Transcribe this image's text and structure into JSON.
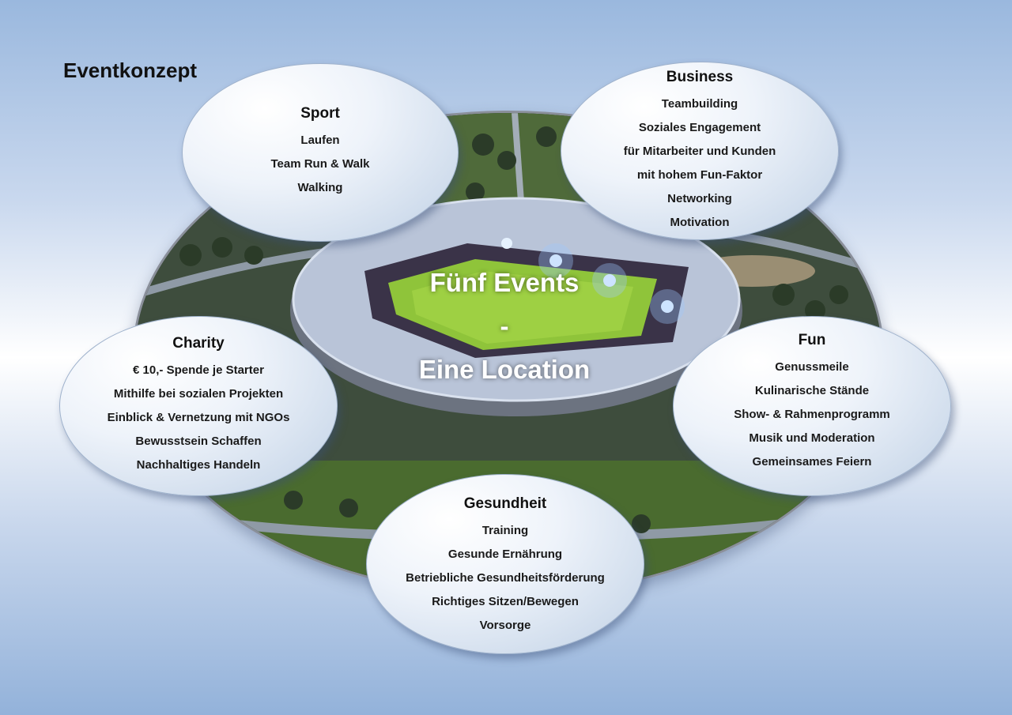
{
  "title": "Eventkonzept",
  "center": {
    "line1": "Fünf Events",
    "line2": "-",
    "line3": "Eine Location"
  },
  "topics": {
    "sport": {
      "title": "Sport",
      "items": [
        "Laufen",
        "Team Run & Walk",
        "Walking"
      ]
    },
    "business": {
      "title": "Business",
      "items": [
        "Teambuilding",
        "Soziales Engagement",
        "für Mitarbeiter und Kunden",
        "mit hohem Fun-Faktor",
        "Networking",
        "Motivation"
      ]
    },
    "charity": {
      "title": "Charity",
      "items": [
        "€ 10,- Spende je Starter",
        "Mithilfe bei sozialen Projekten",
        "Einblick & Vernetzung mit NGOs",
        "Bewusstsein Schaffen",
        "Nachhaltiges Handeln"
      ]
    },
    "fun": {
      "title": "Fun",
      "items": [
        "Genussmeile",
        "Kulinarische Stände",
        "Show- & Rahmenprogramm",
        "Musik und Moderation",
        "Gemeinsames Feiern"
      ]
    },
    "gesundheit": {
      "title": "Gesundheit",
      "items": [
        "Training",
        "Gesunde Ernährung",
        "Betriebliche Gesundheitsförderung",
        "Richtiges Sitzen/Bewegen",
        "Vorsorge"
      ]
    }
  },
  "colors": {
    "background_top": "#9ab8de",
    "background_middle": "#ffffff",
    "pitch": "#8fc43a",
    "roof": "#b9c4d8",
    "bubble": "#e6edf7"
  }
}
